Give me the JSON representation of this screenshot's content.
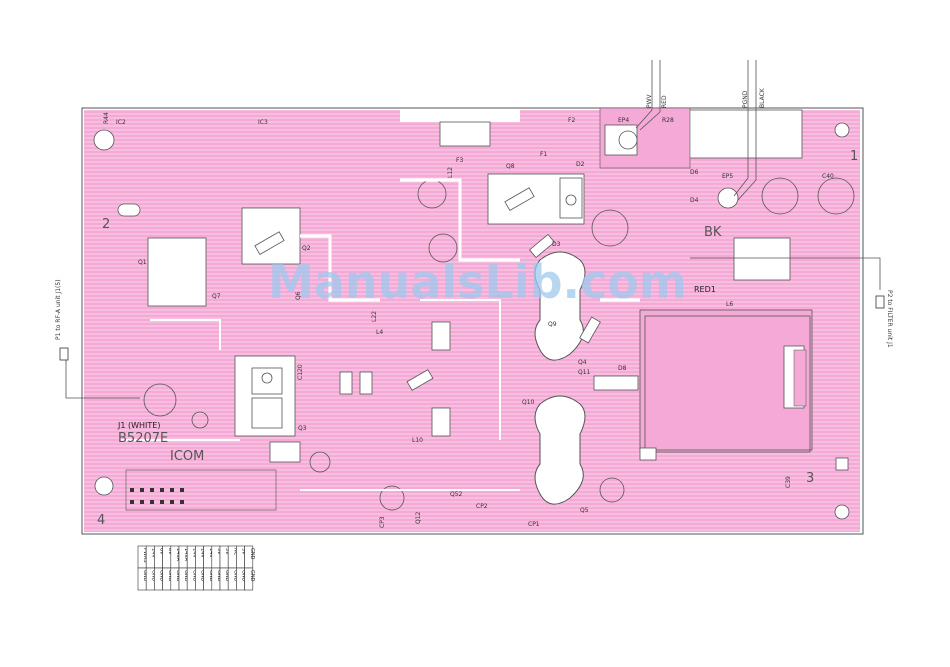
{
  "watermark": "ManualsLib.com",
  "corner_numbers": {
    "n1": "1",
    "n2": "2",
    "n3": "3",
    "n4": "4"
  },
  "board_text": {
    "board_id": "B5207E",
    "brand": "ICOM",
    "j1": "J1 (WHITE)",
    "bk": "BK",
    "red1": "RED1"
  },
  "connectors": {
    "p1": "P1 to RF-A unit J1(5)",
    "p2": "P2 to FILTER unit J1"
  },
  "wire_labels": [
    "PWV",
    "RED",
    "PGND",
    "BLACK"
  ],
  "components": [
    {
      "id": "r44",
      "label": "R44"
    },
    {
      "id": "ic2",
      "label": "IC2"
    },
    {
      "id": "ic3",
      "label": "IC3"
    },
    {
      "id": "f1",
      "label": "F1"
    },
    {
      "id": "f2",
      "label": "F2"
    },
    {
      "id": "f3",
      "label": "F3"
    },
    {
      "id": "ep4",
      "label": "EP4"
    },
    {
      "id": "r28",
      "label": "R28"
    },
    {
      "id": "ep5",
      "label": "EP5"
    },
    {
      "id": "q8",
      "label": "Q8"
    },
    {
      "id": "d2",
      "label": "D2"
    },
    {
      "id": "d3",
      "label": "D3"
    },
    {
      "id": "d4",
      "label": "D4"
    },
    {
      "id": "d6",
      "label": "D6"
    },
    {
      "id": "q1",
      "label": "Q1"
    },
    {
      "id": "q2",
      "label": "Q2"
    },
    {
      "id": "q3",
      "label": "Q3"
    },
    {
      "id": "q4",
      "label": "Q4"
    },
    {
      "id": "q5",
      "label": "Q5"
    },
    {
      "id": "q9",
      "label": "Q9"
    },
    {
      "id": "l4",
      "label": "L4"
    },
    {
      "id": "l6",
      "label": "L6"
    },
    {
      "id": "l10",
      "label": "L10"
    },
    {
      "id": "l12",
      "label": "L12"
    },
    {
      "id": "l22",
      "label": "L22"
    },
    {
      "id": "c40",
      "label": "C40"
    },
    {
      "id": "c39",
      "label": "C39"
    },
    {
      "id": "c120",
      "label": "C120"
    },
    {
      "id": "cp1",
      "label": "CP1"
    },
    {
      "id": "cp2",
      "label": "CP2"
    },
    {
      "id": "cp3",
      "label": "CP3"
    },
    {
      "id": "q10",
      "label": "Q10"
    },
    {
      "id": "q11",
      "label": "Q11"
    },
    {
      "id": "q12",
      "label": "Q12"
    },
    {
      "id": "q52",
      "label": "Q52"
    },
    {
      "id": "d8",
      "label": "D8"
    },
    {
      "id": "q6",
      "label": "Q6"
    },
    {
      "id": "q7",
      "label": "Q7"
    }
  ],
  "pin_table": {
    "headers": [
      "PWRS",
      "GND"
    ],
    "rows": [
      [
        "PWRS",
        "GND"
      ],
      [
        "14V",
        "GND"
      ],
      [
        "8V",
        "GND"
      ],
      [
        "8V",
        "GND"
      ],
      [
        "14VA",
        "GND"
      ],
      [
        "14VA",
        "GND"
      ],
      [
        "14V",
        "GND"
      ],
      [
        "14V",
        "GND"
      ],
      [
        "14V",
        "GND"
      ],
      [
        "5V",
        "GND"
      ],
      [
        "5V",
        "GND"
      ],
      [
        "NC",
        "GND"
      ],
      [
        "5V",
        "GND"
      ],
      [
        "GND",
        "GND"
      ]
    ]
  },
  "colors": {
    "board": "#f5a9d6",
    "trace": "#ffffff",
    "silk": "#555555",
    "background": "#ffffff"
  }
}
